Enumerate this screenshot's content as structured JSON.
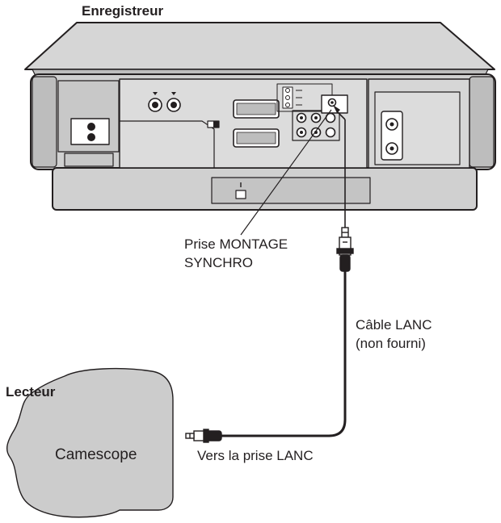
{
  "labels": {
    "recorder": "Enregistreur",
    "player": "Lecteur",
    "edit_jack_line1": "Prise MONTAGE",
    "edit_jack_line2": "SYNCHRO",
    "cable_line1": "Câble LANC",
    "cable_line2": "(non fourni)",
    "camcorder": "Camescope",
    "lanc_jack": "Vers la prise LANC"
  },
  "colors": {
    "line": "#231f20",
    "panel_gray": "#cfcfcf",
    "panel_dark": "#b5b5b5",
    "camcorder_gray": "#cccccc",
    "white": "#ffffff"
  },
  "icons": [
    "vcr-rear-panel",
    "lanc-cable",
    "mini-plug",
    "camcorder-silhouette"
  ]
}
